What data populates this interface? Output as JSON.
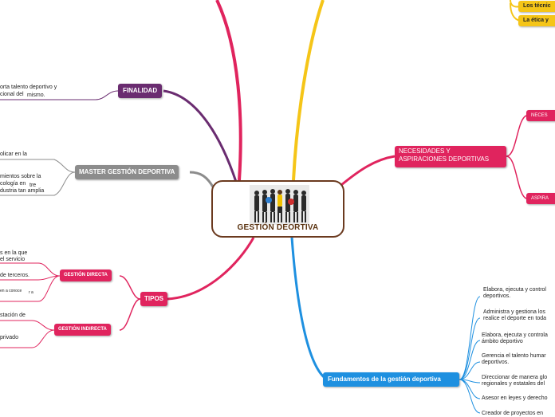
{
  "central": {
    "title": "GESTIÓN DEORTIVA",
    "image_icon": "sports-team-photo"
  },
  "branches": {
    "finalidad": {
      "label": "FINALIDAD",
      "color": "#6a2c70",
      "items": [
        "orta talento deportivo y",
        "cional del",
        "mismo."
      ]
    },
    "master": {
      "label": "MASTER GESTIÓN DEPORTIVA",
      "color": "#8c8c8c",
      "items": [
        "olicar en la",
        "mientos sobre la",
        "cología en",
        "tre",
        "dustria tan amplia"
      ]
    },
    "tipos": {
      "label": "TIPOS",
      "color": "#e0245e",
      "directa": {
        "label": "GESTIÓN DIRECTA",
        "items": [
          "s en la que",
          "el servicio",
          "de terceros.",
          "en a conoce",
          "r a"
        ]
      },
      "indirecta": {
        "label": "GESTIÓN INDIRECTA",
        "items": [
          "stación de",
          "privado"
        ]
      }
    },
    "necesidades": {
      "label_line1": "NECESIDADES Y",
      "label_line2": "ASPIRACIONES DEPORTIVAS",
      "color": "#e0245e",
      "children": [
        "NECES",
        "ASPIRA"
      ]
    },
    "top_right": {
      "color": "#f5c518",
      "items": [
        "Los técnic",
        "La ética y"
      ]
    },
    "fundamentos": {
      "label": "Fundamentos de la gestión deportiva",
      "color": "#1e90e0",
      "items": [
        [
          "Elabora, ejecuta y control",
          "deportivos."
        ],
        [
          "Administra y gestiona los",
          "realice el deporte en toda"
        ],
        [
          "Elabora, ejecuta y controla",
          "ámbito deportivo"
        ],
        [
          "Gerencia el talento humar",
          "deportivos."
        ],
        [
          "Direccionar de manera glo",
          "regionales y estatales del"
        ],
        [
          "Asesor en leyes y derecho"
        ],
        [
          "Creador de proyectos en"
        ]
      ]
    }
  }
}
